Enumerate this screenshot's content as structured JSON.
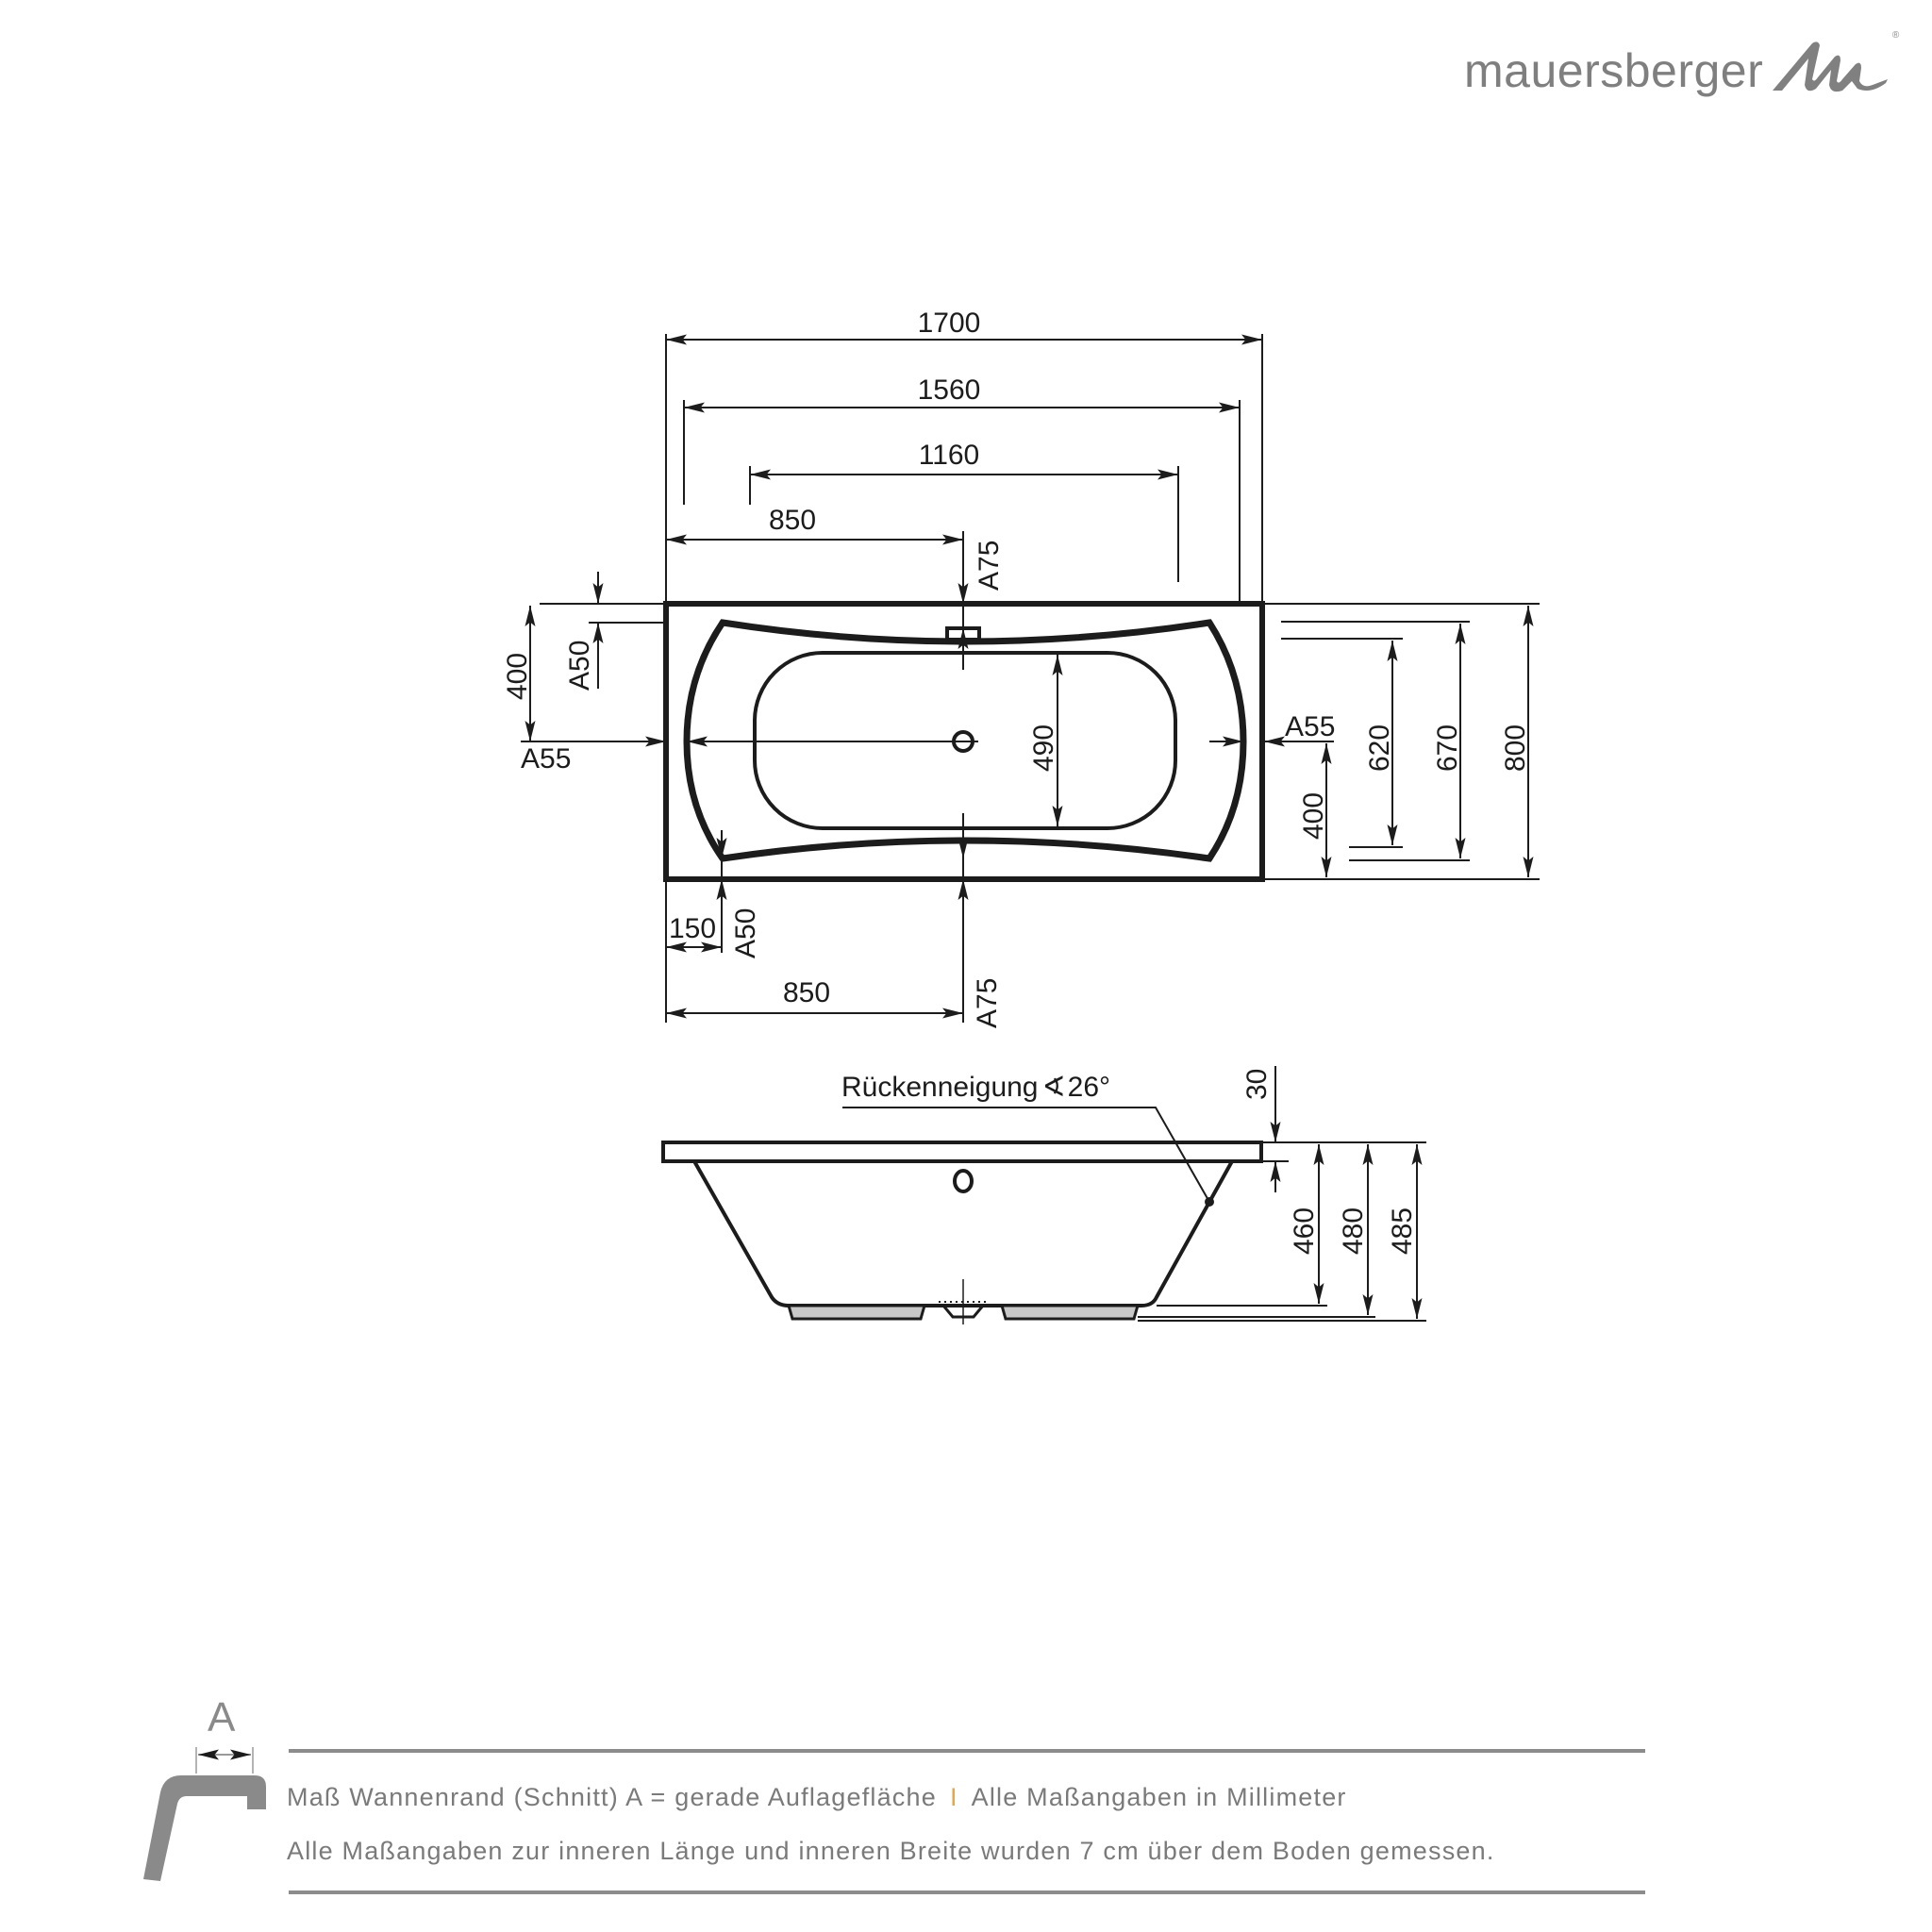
{
  "brand": {
    "name": "mauersberger",
    "registered_mark": "®",
    "color": "#7f7f7f"
  },
  "top_view": {
    "horizontal_dimensions": {
      "overall_length": "1700",
      "inner_length_top": "1560",
      "inner_length_bottom": "1160",
      "drain_offset_top": "850",
      "drain_offset_bottom": "850",
      "corner_offset": "150"
    },
    "vertical_dimensions": {
      "overall_width": "800",
      "inner_width_top": "670",
      "inner_width_mid": "620",
      "inner_width_bottom": "490",
      "drain_offset_left": "400",
      "drain_offset_right": "400"
    },
    "rim_labels": {
      "top_center": "A75",
      "bottom_center": "A75",
      "top_left": "A50",
      "bottom_left": "A50",
      "left_side": "A55",
      "right_side": "A55"
    }
  },
  "side_view": {
    "back_incline_label": "Rückenneigung",
    "back_incline_symbol": "∢",
    "back_incline_angle": "26°",
    "rim_thickness": "30",
    "heights": [
      "460",
      "480",
      "485"
    ]
  },
  "legend": {
    "rim_section_letter": "A",
    "line1_part1": "Maß Wannenrand (Schnitt) A = gerade Auflagefläche",
    "separator": "I",
    "line1_part2": "Alle Maßangaben in Millimeter",
    "line2": "Alle Maßangaben zur inneren Länge und inneren Breite wurden 7 cm über dem Boden gemessen.",
    "separator_color": "#e6a64a",
    "text_color": "#7a7a7a",
    "rule_color": "#8c8c8c"
  }
}
